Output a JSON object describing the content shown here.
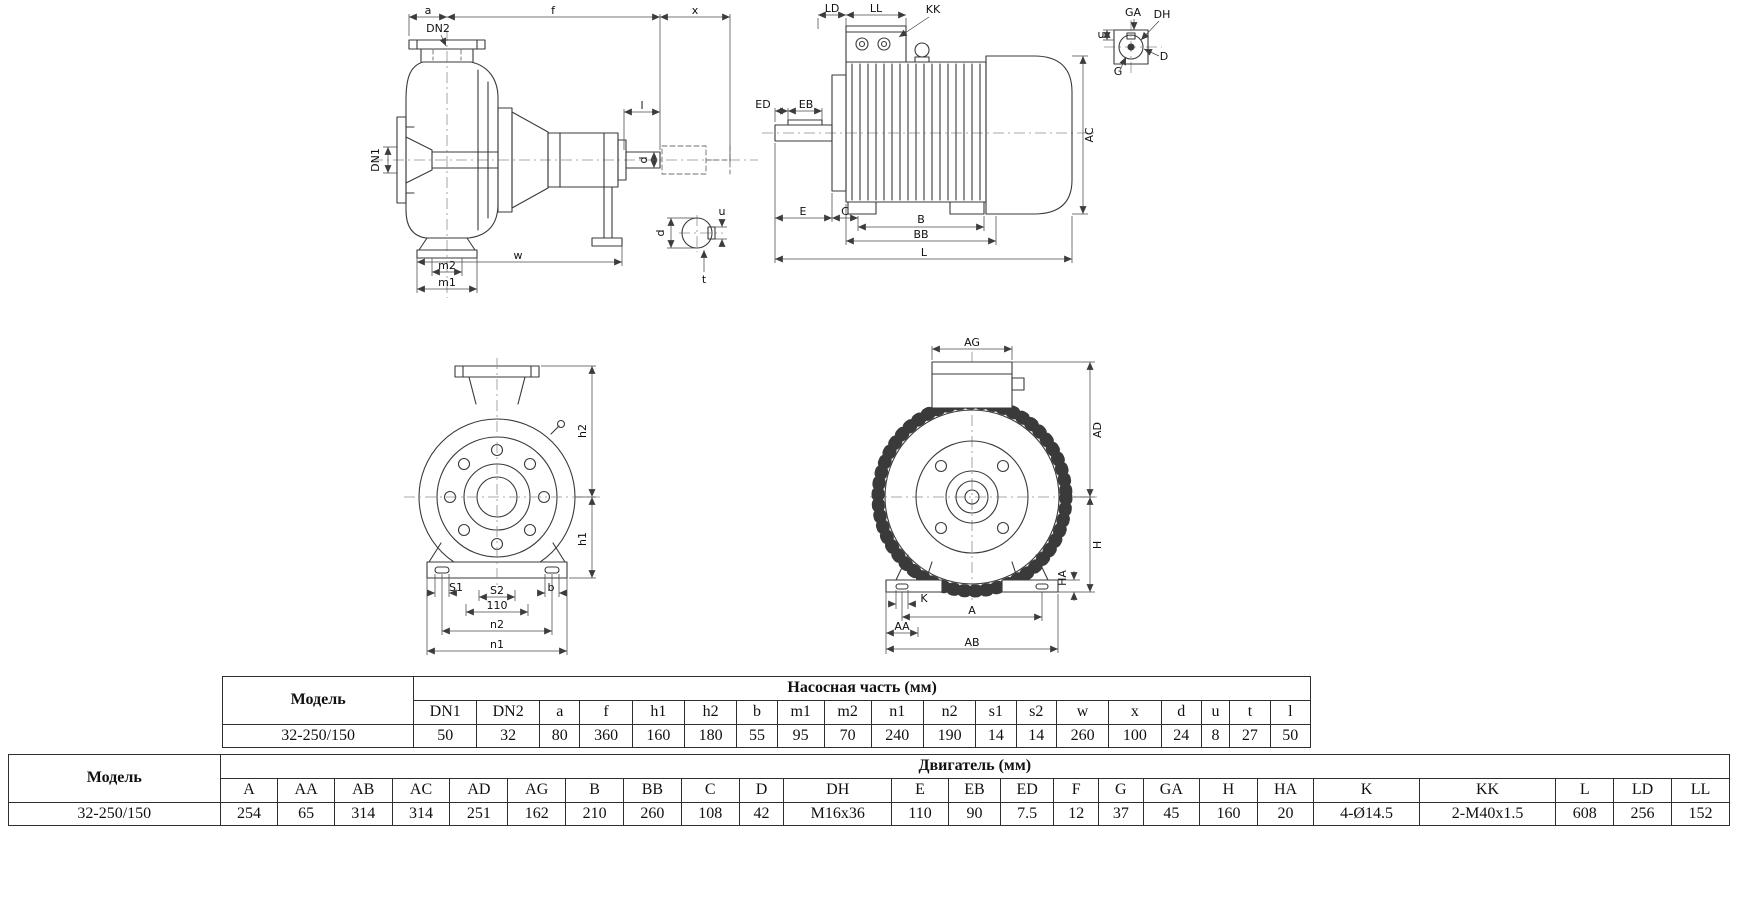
{
  "tables": {
    "pump": {
      "model_header": "Модель",
      "section_header": "Насосная часть (мм)",
      "columns": [
        "DN1",
        "DN2",
        "a",
        "f",
        "h1",
        "h2",
        "b",
        "m1",
        "m2",
        "n1",
        "n2",
        "s1",
        "s2",
        "w",
        "x",
        "d",
        "u",
        "t",
        "l"
      ],
      "row": {
        "model": "32-250/150",
        "values": [
          "50",
          "32",
          "80",
          "360",
          "160",
          "180",
          "55",
          "95",
          "70",
          "240",
          "190",
          "14",
          "14",
          "260",
          "100",
          "24",
          "8",
          "27",
          "50"
        ]
      }
    },
    "motor": {
      "model_header": "Модель",
      "section_header": "Двигатель (мм)",
      "columns": [
        "A",
        "AA",
        "AB",
        "AC",
        "AD",
        "AG",
        "B",
        "BB",
        "C",
        "D",
        "DH",
        "E",
        "EB",
        "ED",
        "F",
        "G",
        "GA",
        "H",
        "HA",
        "K",
        "KK",
        "L",
        "LD",
        "LL"
      ],
      "row": {
        "model": "32-250/150",
        "values": [
          "254",
          "65",
          "314",
          "314",
          "251",
          "162",
          "210",
          "260",
          "108",
          "42",
          "M16x36",
          "110",
          "90",
          "7.5",
          "12",
          "37",
          "45",
          "160",
          "20",
          "4-Ø14.5",
          "2-M40x1.5",
          "608",
          "256",
          "152"
        ]
      }
    }
  },
  "drawings": {
    "pump_side": {
      "a": "a",
      "dn2": "DN2",
      "f": "f",
      "x": "x",
      "l": "l",
      "d": "d",
      "dn1": "DN1",
      "w": "w",
      "m2": "m2",
      "m1": "m1",
      "section": {
        "u": "u",
        "d": "d",
        "t": "t"
      }
    },
    "motor_side": {
      "ld": "LD",
      "ll": "LL",
      "kk": "KK",
      "ed": "ED",
      "eb": "EB",
      "ac": "AC",
      "e": "E",
      "c": "C",
      "b": "B",
      "bb": "BB",
      "l": "L",
      "shaft_end": {
        "u": "u",
        "ga": "GA",
        "dh": "DH",
        "g": "G",
        "d": "D"
      }
    },
    "pump_front": {
      "h2": "h2",
      "h1": "h1",
      "s1": "S1",
      "s2": "S2",
      "s2_span": "110",
      "b": "b",
      "n2": "n2",
      "n1": "n1"
    },
    "motor_front": {
      "ag": "AG",
      "ad": "AD",
      "h": "H",
      "ha": "HA",
      "k": "K",
      "a": "A",
      "aa": "AA",
      "ab": "AB"
    }
  }
}
